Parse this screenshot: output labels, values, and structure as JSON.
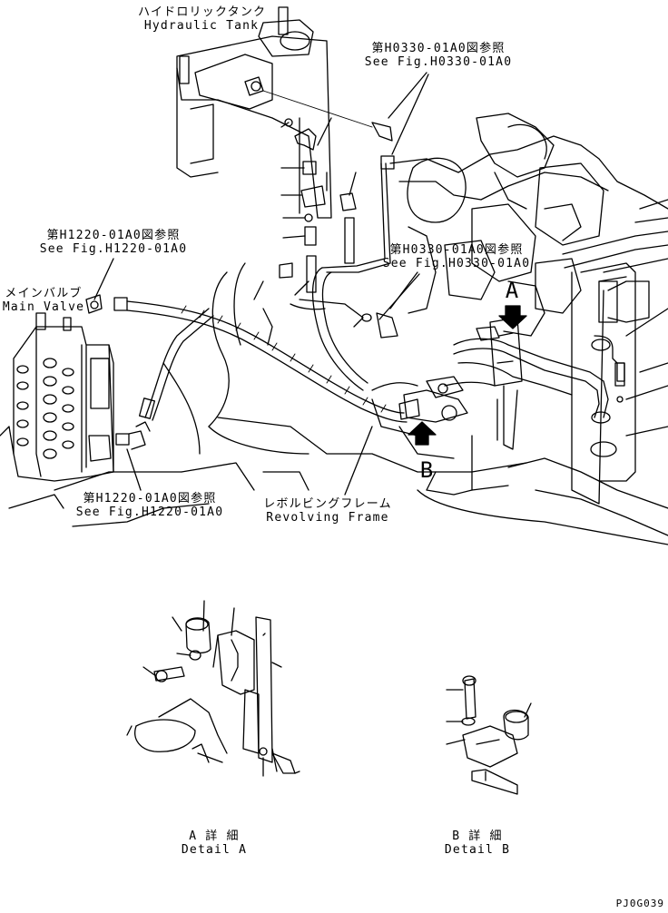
{
  "labels": {
    "hydraulic_tank": {
      "jp": "ハイドロリックタンク",
      "en": "Hydraulic Tank"
    },
    "see_fig_h0330_top": {
      "jp": "第H0330-01A0図参照",
      "en": "See Fig.H0330-01A0"
    },
    "see_fig_h0330_mid": {
      "jp": "第H0330-01A0図参照",
      "en": "See Fig.H0330-01A0"
    },
    "see_fig_h1220_top": {
      "jp": "第H1220-01A0図参照",
      "en": "See Fig.H1220-01A0"
    },
    "see_fig_h1220_bottom": {
      "jp": "第H1220-01A0図参照",
      "en": "See Fig.H1220-01A0"
    },
    "main_valve": {
      "jp": "メインバルブ",
      "en": "Main Valve"
    },
    "revolving_frame": {
      "jp": "レボルビングフレーム",
      "en": "Revolving Frame"
    },
    "view_a": "A",
    "view_b": "B",
    "detail_a": {
      "jp": "A 詳 細",
      "en": "Detail A"
    },
    "detail_b": {
      "jp": "B 詳 細",
      "en": "Detail B"
    }
  },
  "drawing_code": "PJ0G039"
}
